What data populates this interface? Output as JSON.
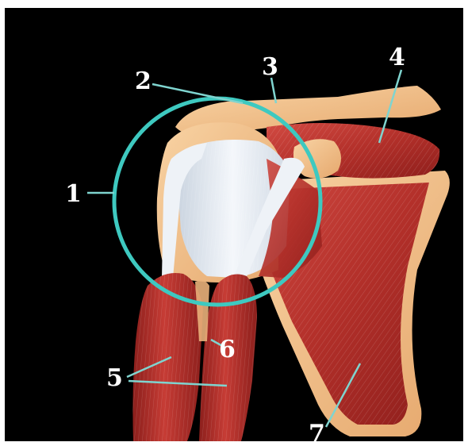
{
  "figure": {
    "subject": "rotator-cuff-shoulder-anatomy",
    "background_color": "#000000",
    "highlight_color": "#3ec9c0",
    "leader_color": "#7fd4cf",
    "muscle_color": "#b8322c",
    "bone_color": "#f3c08a",
    "tendon_color": "#e8eef5"
  },
  "labels": [
    {
      "id": "1",
      "text": "1"
    },
    {
      "id": "2",
      "text": "2"
    },
    {
      "id": "3",
      "text": "3"
    },
    {
      "id": "4",
      "text": "4"
    },
    {
      "id": "5",
      "text": "5"
    },
    {
      "id": "6",
      "text": "6"
    },
    {
      "id": "7",
      "text": "7"
    }
  ]
}
